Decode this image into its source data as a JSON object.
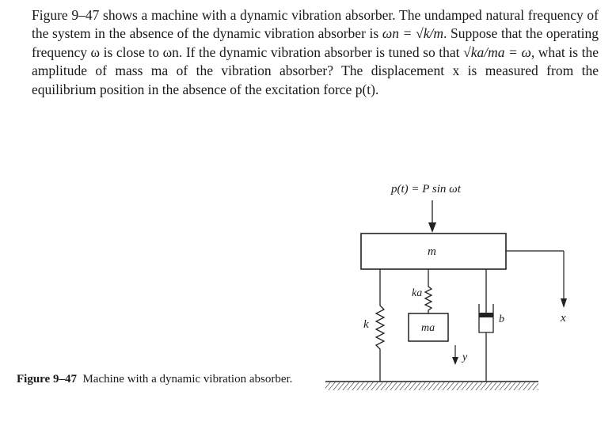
{
  "problem": {
    "part1": "Figure 9–47 shows a machine with a dynamic vibration absorber. The undamped natural frequency of the system in the absence of the dynamic vibration absorber is ",
    "eq1": "ωn = √k/m",
    "part2": ". Suppose that the operating frequency ω is close to ωn. If the dynamic vibration absorber is tuned so that ",
    "eq2": "√ka/ma = ω",
    "part3": ", what is the amplitude of mass ma of the vibration absorber? The displacement x is measured from the equilibrium position in the absence of the excitation force p(t)."
  },
  "figure": {
    "force_label": "p(t) = P sin ωt",
    "mass_label": "m",
    "absorber_mass_label": "ma",
    "absorber_spring_label": "ka",
    "main_spring_label": "k",
    "damper_label": "b",
    "x_label": "x",
    "y_label": "y"
  },
  "caption": {
    "number": "Figure 9–47",
    "text": "Machine with a dynamic vibration absorber."
  }
}
